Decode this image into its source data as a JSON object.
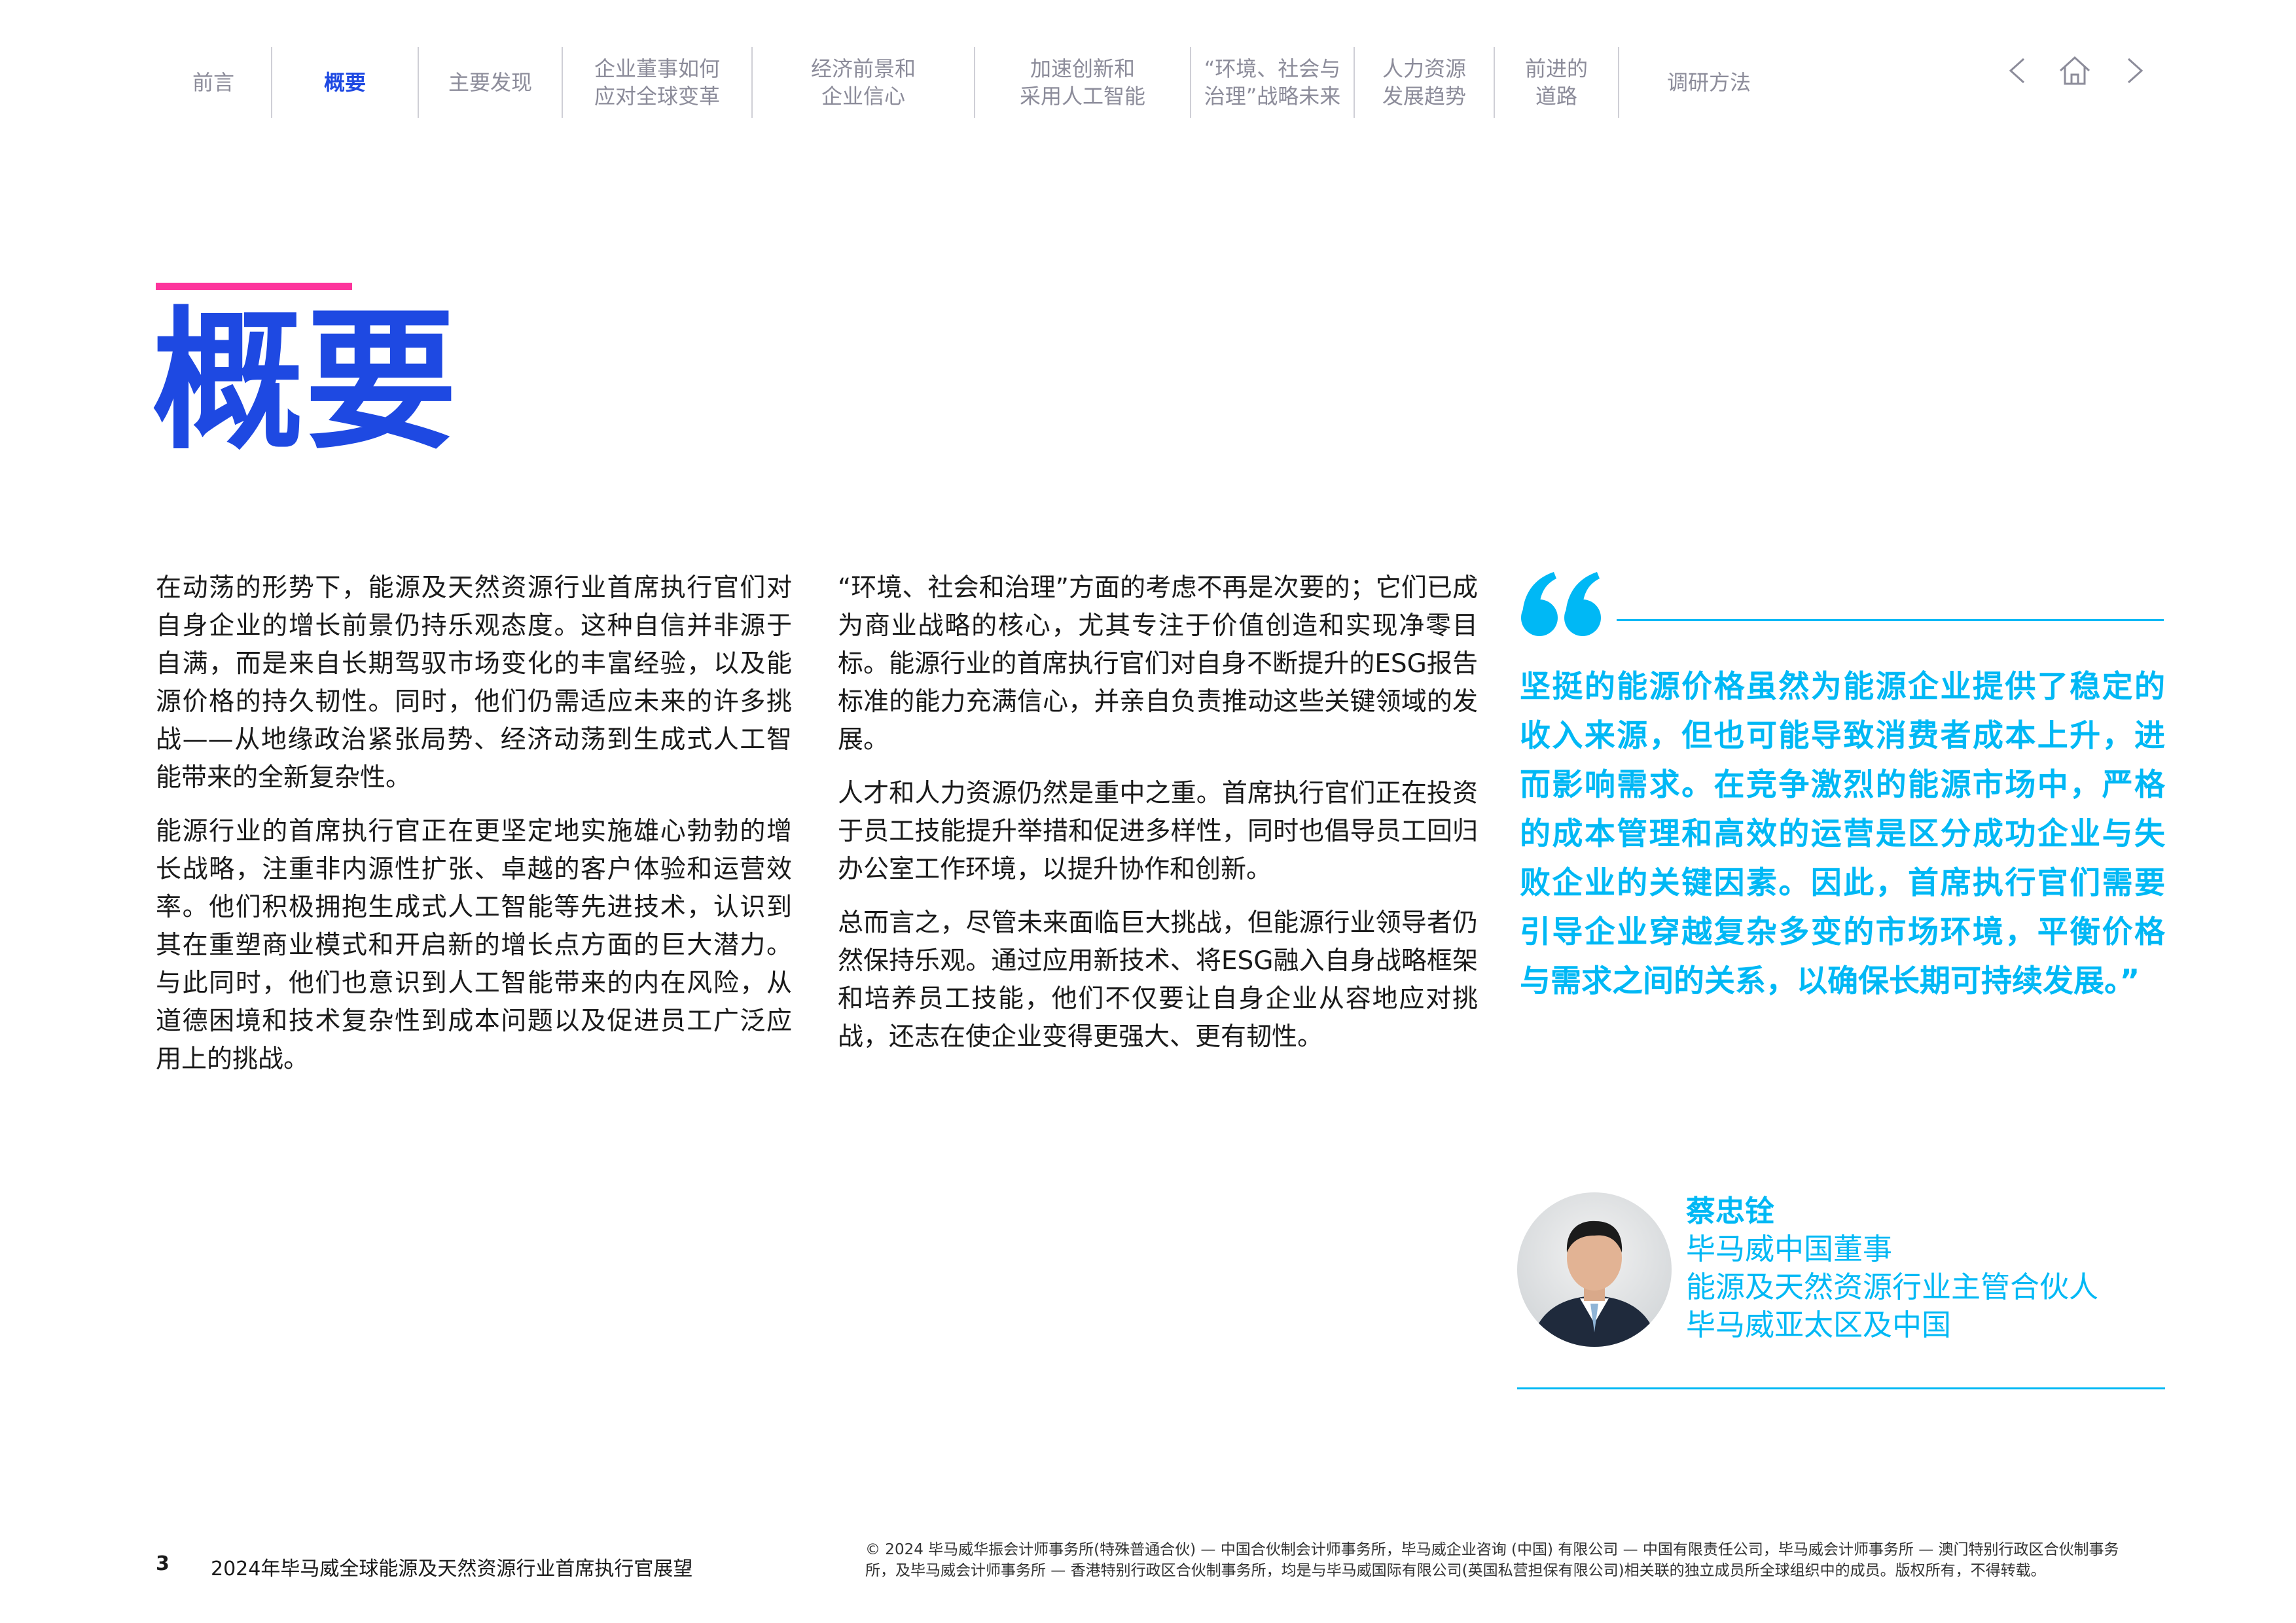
{
  "nav": {
    "items": [
      {
        "label": "前言",
        "active": false
      },
      {
        "label": "概要",
        "active": true
      },
      {
        "label": "主要发现",
        "active": false
      },
      {
        "label": "企业董事如何\n应对全球变革",
        "active": false
      },
      {
        "label": "经济前景和\n企业信心",
        "active": false
      },
      {
        "label": "加速创新和\n采用人工智能",
        "active": false
      },
      {
        "label": "“环境、社会与\n治理”战略未来",
        "active": false
      },
      {
        "label": "人力资源\n发展趋势",
        "active": false
      },
      {
        "label": "前进的\n道路",
        "active": false
      },
      {
        "label": "调研方法",
        "active": false
      }
    ],
    "prev_icon": "chevron-left-icon",
    "home_icon": "home-icon",
    "next_icon": "chevron-right-icon"
  },
  "page": {
    "title": "概要"
  },
  "body": {
    "col1": [
      "在动荡的形势下，能源及天然资源行业首席执行官们对自身企业的增长前景仍持乐观态度。这种自信并非源于自满，而是来自长期驾驭市场变化的丰富经验，以及能源价格的持久韧性。同时，他们仍需适应未来的许多挑战——从地缘政治紧张局势、经济动荡到生成式人工智能带来的全新复杂性。",
      "能源行业的首席执行官正在更坚定地实施雄心勃勃的增长战略，注重非内源性扩张、卓越的客户体验和运营效率。他们积极拥抱生成式人工智能等先进技术，认识到其在重塑商业模式和开启新的增长点方面的巨大潜力。与此同时，他们也意识到人工智能带来的内在风险，从道德困境和技术复杂性到成本问题以及促进员工广泛应用上的挑战。"
    ],
    "col2": [
      "“环境、社会和治理”方面的考虑不再是次要的；它们已成为商业战略的核心，尤其专注于价值创造和实现净零目标。能源行业的首席执行官们对自身不断提升的ESG报告标准的能力充满信心，并亲自负责推动这些关键领域的发展。",
      "人才和人力资源仍然是重中之重。首席执行官们正在投资于员工技能提升举措和促进多样性，同时也倡导员工回归办公室工作环境，以提升协作和创新。",
      "总而言之，尽管未来面临巨大挑战，但能源行业领导者仍然保持乐观。通过应用新技术、将ESG融入自身战略框架和培养员工技能，他们不仅要让自身企业从容地应对挑战，还志在使企业变得更强大、更有韧性。"
    ]
  },
  "quote": {
    "icon": "quote-mark-icon",
    "text": "坚挺的能源价格虽然为能源企业提供了稳定的收入来源，但也可能导致消费者成本上升，进而影响需求。在竞争激烈的能源市场中，严格的成本管理和高效的运营是区分成功企业与失败企业的关键因素。因此，首席执行官们需要引导企业穿越复杂多变的市场环境，平衡价格与需求之间的关系，以确保长期可持续发展。”"
  },
  "author": {
    "name": "蔡忠铨",
    "title1": "毕马威中国董事",
    "title2": "能源及天然资源行业主管合伙人",
    "title3": "毕马威亚太区及中国"
  },
  "footer": {
    "page_number": "3",
    "report_title": "2024年毕马威全球能源及天然资源行业首席执行官展望",
    "copyright": "© 2024 毕马威华振会计师事务所(特殊普通合伙) — 中国合伙制会计师事务所，毕马威企业咨询 (中国) 有限公司 — 中国有限责任公司，毕马威会计师事务所 — 澳门特别行政区合伙制事务所，及毕马威会计师事务所 — 香港特别行政区合伙制事务所，均是与毕马威国际有限公司(英国私营担保有限公司)相关联的独立成员所全球组织中的成员。版权所有，不得转载。"
  },
  "colors": {
    "primary_blue": "#1e49e2",
    "accent_cyan": "#00b8f5",
    "accent_pink": "#fd349c",
    "nav_grey": "#8c8c9a"
  }
}
